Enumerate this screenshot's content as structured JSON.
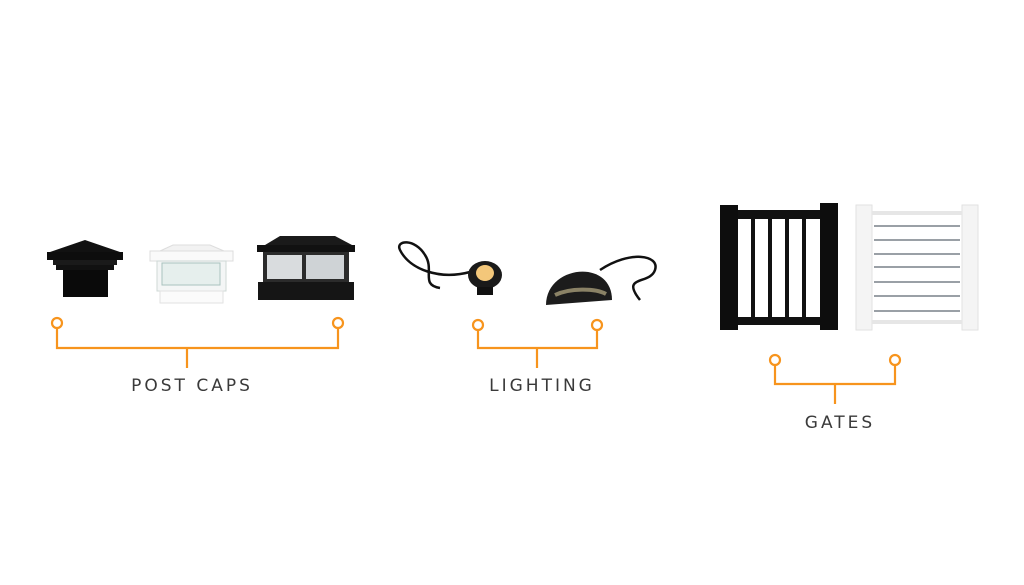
{
  "colors": {
    "accent": "#f7941d",
    "label": "#3a3a3a"
  },
  "groups": [
    {
      "label": "POST CAPS",
      "items": [
        "black-post-cap",
        "white-solar-post-cap",
        "black-solar-post-cap"
      ]
    },
    {
      "label": "LIGHTING",
      "items": [
        "recessed-deck-light",
        "dome-riser-light"
      ]
    },
    {
      "label": "GATES",
      "items": [
        "black-baluster-gate",
        "white-cable-gate"
      ]
    }
  ]
}
